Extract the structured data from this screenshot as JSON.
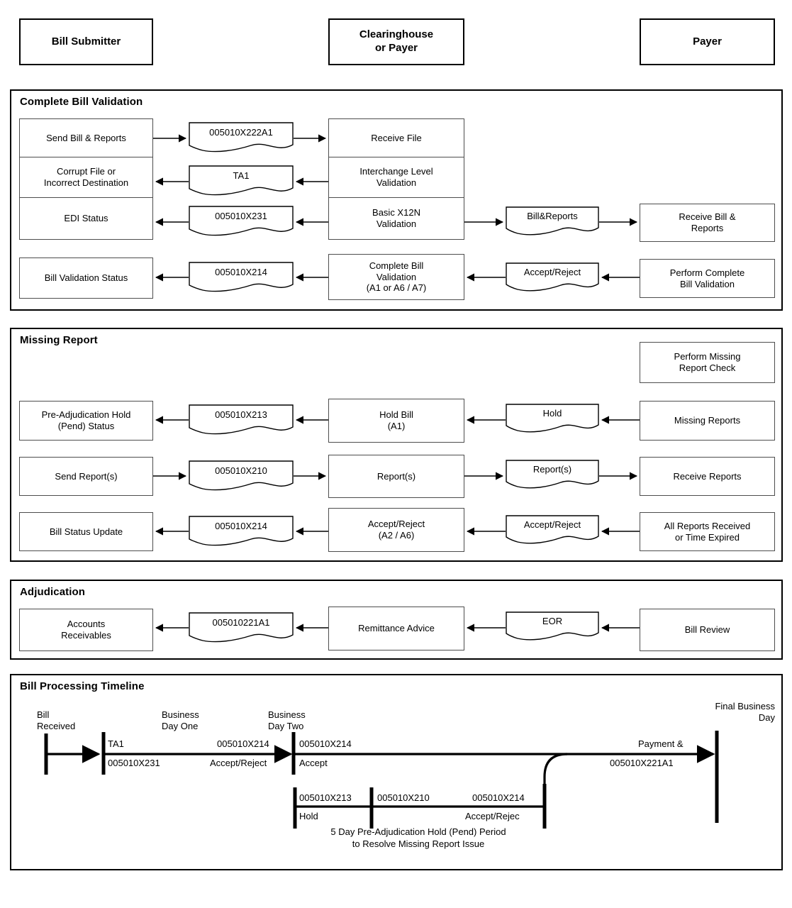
{
  "columns": [
    {
      "name": "bill-submitter",
      "label": "Bill Submitter"
    },
    {
      "name": "clearinghouse-or-payer",
      "label": "Clearinghouse\nor Payer"
    },
    {
      "name": "payer",
      "label": "Payer"
    }
  ],
  "sections": [
    {
      "name": "complete-bill-validation",
      "title": "Complete Bill Validation",
      "submitter_boxes": [
        "Send Bill & Reports",
        "Corrupt File or\nIncorrect Destination",
        "EDI Status",
        "Bill Validation Status"
      ],
      "clearinghouse_boxes": [
        "Receive File",
        "Interchange Level\nValidation",
        "Basic X12N\nValidation",
        "Complete Bill\nValidation\n(A1 or A6 / A7)"
      ],
      "payer_boxes": [
        "Receive Bill &\nReports",
        "Perform Complete\nBill Validation"
      ],
      "documents_left": [
        "005010X222A1",
        "TA1",
        "005010X231",
        "005010X214"
      ],
      "documents_right": [
        "Bill&Reports",
        "Accept/Reject"
      ]
    },
    {
      "name": "missing-report",
      "title": "Missing Report",
      "submitter_boxes": [
        "Pre-Adjudication Hold\n(Pend) Status",
        "Send Report(s)",
        "Bill Status Update"
      ],
      "clearinghouse_boxes": [
        "Hold Bill\n(A1)",
        "Report(s)",
        "Accept/Reject\n(A2 / A6)"
      ],
      "payer_boxes": [
        "Perform Missing\nReport Check",
        "Missing Reports",
        "Receive Reports",
        "All Reports Received\nor Time Expired"
      ],
      "documents_left": [
        "005010X213",
        "005010X210",
        "005010X214"
      ],
      "documents_right": [
        "Hold",
        "Report(s)",
        "Accept/Reject"
      ]
    },
    {
      "name": "adjudication",
      "title": "Adjudication",
      "submitter_boxes": [
        "Accounts\nReceivables"
      ],
      "clearinghouse_boxes": [
        "Remittance Advice"
      ],
      "payer_boxes": [
        "Bill Review"
      ],
      "documents_left": [
        "005010221A1"
      ],
      "documents_right": [
        "EOR"
      ]
    }
  ],
  "timeline": {
    "name": "bill-processing-timeline",
    "title": "Bill Processing Timeline",
    "milestones": [
      {
        "name": "bill-received",
        "label": "Bill\nReceived"
      },
      {
        "name": "business-day-one",
        "label": "Business\nDay One"
      },
      {
        "name": "business-day-two",
        "label": "Business\nDay Two"
      },
      {
        "name": "final-business-day",
        "label": "Final Business\nDay"
      }
    ],
    "main_labels": [
      {
        "name": "ta1-label",
        "above": "TA1",
        "below": "005010X231"
      },
      {
        "name": "day-one-label",
        "above": "005010X214",
        "below": "Accept/Reject"
      },
      {
        "name": "day-two-label",
        "above": "005010X214",
        "below": "Accept"
      },
      {
        "name": "payment-label",
        "above": "Payment &",
        "below": "005010X221A1"
      }
    ],
    "branch_labels": [
      {
        "name": "hold-label",
        "above": "005010X213",
        "below": "Hold"
      },
      {
        "name": "reports-label",
        "above": "005010X210",
        "below": ""
      },
      {
        "name": "accept-reject-label",
        "above": "005010X214",
        "below": "Accept/Rejec"
      }
    ],
    "caption": "5 Day Pre-Adjudication Hold (Pend) Period\nto Resolve Missing Report Issue"
  },
  "colors": {
    "stroke": "#000000",
    "box_border": "#4d4d4d",
    "background": "#ffffff"
  }
}
